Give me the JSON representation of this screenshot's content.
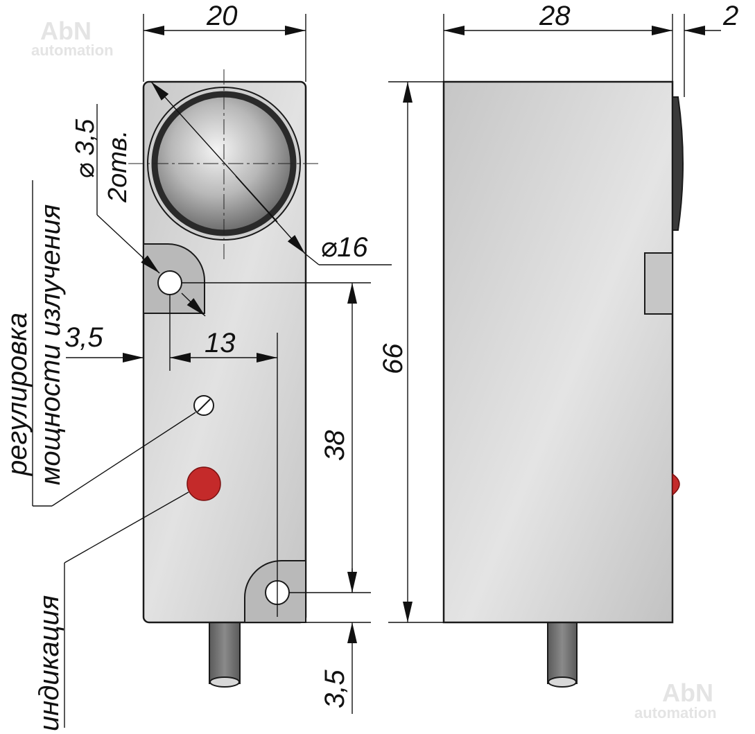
{
  "watermark": {
    "brand": "AbN",
    "sub": "automation"
  },
  "front_view": {
    "width_label": "20",
    "lens_diameter_label": "⌀16",
    "hole_diameter_label": "⌀ 3,5",
    "hole_count_label": "2отв.",
    "hole_edge_offset_label": "3,5",
    "hole_spacing_label": "13",
    "hole_vertical_spacing_label": "38",
    "hole_bottom_offset_label": "3,5",
    "callout_adjust_line1": "регулировка",
    "callout_adjust_line2": "мощности излучения",
    "callout_indication": "индикация"
  },
  "side_view": {
    "depth_label": "28",
    "lens_protrusion_label": "2",
    "height_label": "66"
  },
  "colors": {
    "body": "#d2d2d2",
    "body_shade": "#bcbcbc",
    "outline": "#1a1a1a",
    "led": "#c42a2a",
    "cable": "#6f6f6f"
  }
}
